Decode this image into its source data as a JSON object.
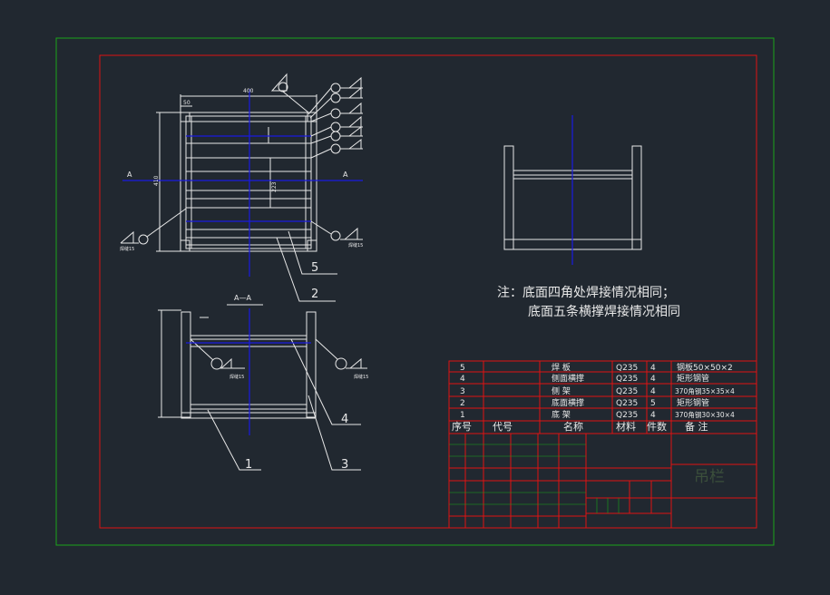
{
  "colors": {
    "background": "#212830",
    "outer_frame": "#1aa51a",
    "inner_frame": "#e01212",
    "geometry": "#e8e8e8",
    "centerline": "#1a1ae0",
    "table_lines": "#e01212",
    "table_green": "#1aa51a",
    "title_text": "#3b4f3b"
  },
  "note": {
    "line1": "注：底面四角处焊接情况相同；",
    "line2": "底面五条横撑焊接情况相同"
  },
  "front_view": {
    "width_dim": "400",
    "sub_dim": "50",
    "height_dim": "410",
    "gap_dim": "223",
    "section_marker": "A",
    "weld_note": "焊缝15"
  },
  "section_view": {
    "label": "A—A",
    "weld_note": "焊缝15"
  },
  "callouts": [
    "5",
    "2",
    "4",
    "1",
    "3"
  ],
  "bom": {
    "headers": {
      "no": "序号",
      "code": "代号",
      "name": "名称",
      "material": "材料",
      "qty": "件数",
      "note": "备  注"
    },
    "rows": [
      {
        "no": "5",
        "name": "焊  板",
        "material": "Q235",
        "qty": "4",
        "note": "钢板50×50×2"
      },
      {
        "no": "4",
        "name": "侧面横撑",
        "material": "Q235",
        "qty": "4",
        "note": "矩形钢管"
      },
      {
        "no": "3",
        "name": "侧  架",
        "material": "Q235",
        "qty": "4",
        "note": "370角钢35×35×4"
      },
      {
        "no": "2",
        "name": "底面横撑",
        "material": "Q235",
        "qty": "5",
        "note": "矩形钢管"
      },
      {
        "no": "1",
        "name": "底  架",
        "material": "Q235",
        "qty": "4",
        "note": "370角钢30×30×4"
      }
    ]
  },
  "title_block": {
    "drawing_name": "吊栏"
  }
}
